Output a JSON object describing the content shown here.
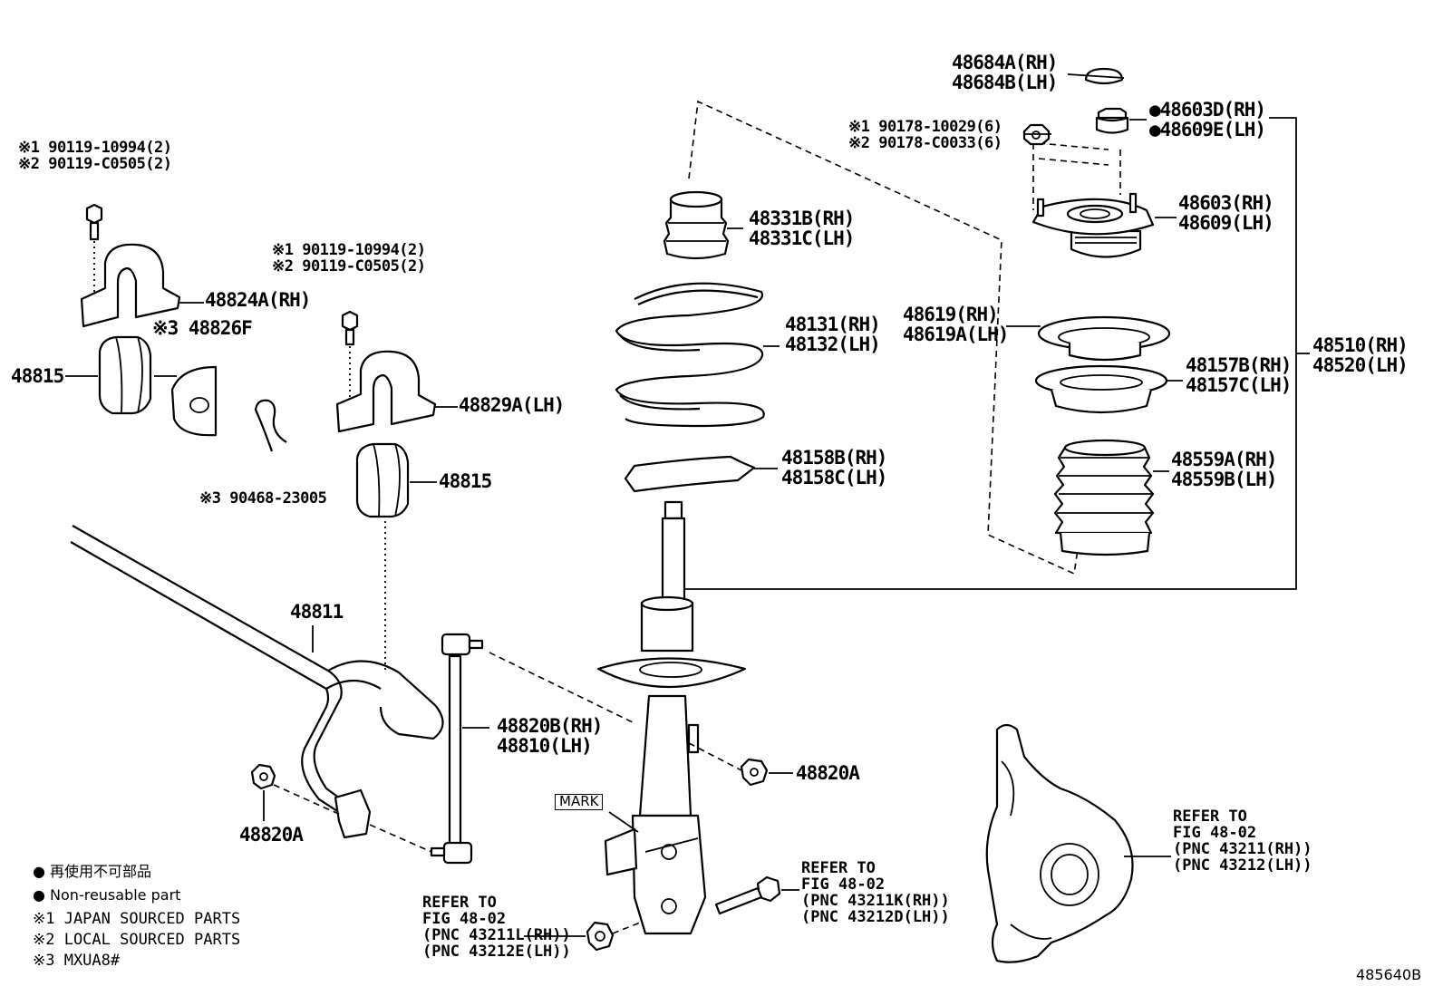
{
  "labels": {
    "bolt_stab_left_jp": "※1 90119-10994(2)",
    "bolt_stab_left_local": "※2 90119-C0505(2)",
    "bracket_rh": "48824A(RH)",
    "clip_plate": "※3 48826F",
    "bushing_left": "48815",
    "bolt_stab_right_jp": "※1 90119-10994(2)",
    "bolt_stab_right_local": "※2 90119-C0505(2)",
    "bracket_lh": "48829A(LH)",
    "clip_wire": "※3 90468-23005",
    "bushing_right": "48815",
    "stabilizer_bar": "48811",
    "nut_link_lower": "48820A",
    "link_rh": "48820B(RH)",
    "link_lh": "48810(LH)",
    "nut_link_upper": "48820A",
    "mark": "MARK",
    "bumper_rh": "48331B(RH)",
    "bumper_lh": "48331C(LH)",
    "spring_rh": "48131(RH)",
    "spring_lh": "48132(LH)",
    "insulator_lower_rh": "48158B(RH)",
    "insulator_lower_lh": "48158C(LH)",
    "cap_rh": "48684A(RH)",
    "cap_lh": "48684B(LH)",
    "nut_support_jp": "※1 90178-10029(6)",
    "nut_support_local": "※2 90178-C0033(6)",
    "nut_top_rh": "●48603D(RH)",
    "nut_top_lh": "●48609E(LH)",
    "support_rh": "48603(RH)",
    "support_lh": "48609(LH)",
    "bearing_rh": "48619(RH)",
    "bearing_lh": "48619A(LH)",
    "insulator_upper_rh": "48157B(RH)",
    "insulator_upper_lh": "48157C(LH)",
    "boot_rh": "48559A(RH)",
    "boot_lh": "48559B(LH)",
    "strut_assy_rh": "48510(RH)",
    "strut_assy_lh": "48520(LH)"
  },
  "refs": {
    "nut_ref": [
      "REFER TO",
      "FIG 48-02",
      "(PNC 43211L(RH))",
      "(PNC 43212E(LH))"
    ],
    "bolt_ref": [
      "REFER TO",
      "FIG 48-02",
      "(PNC 43211K(RH))",
      "(PNC 43212D(LH))"
    ],
    "knuckle_ref": [
      "REFER TO",
      "FIG 48-02",
      "(PNC 43211(RH))",
      "(PNC 43212(LH))"
    ]
  },
  "legend": {
    "nonreuse_jp": "● 再使用不可部品",
    "nonreuse_en": "● Non-reusable part",
    "note1": "※1 JAPAN SOURCED PARTS",
    "note2": "※2 LOCAL SOURCED PARTS",
    "note3": "※3  MXUA8#"
  },
  "figure_id": "485640B"
}
